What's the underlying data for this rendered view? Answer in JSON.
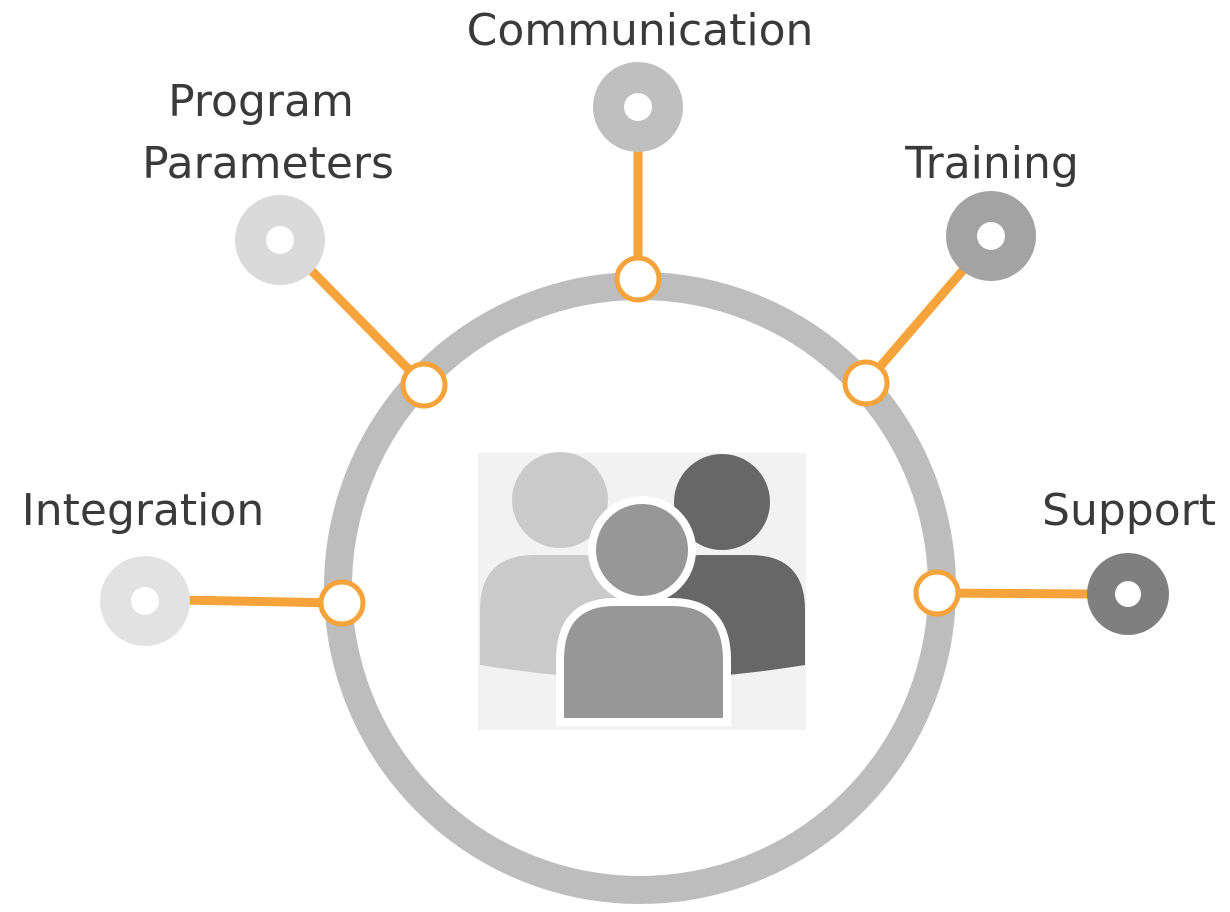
{
  "colors": {
    "ring": "#bdbdbd",
    "connector": "#f5a33a",
    "node_fill": "#ffffff",
    "background": "#ffffff",
    "label": "#3a3a3a"
  },
  "center": {
    "icon": "people-group-icon",
    "person_colors": [
      "#cacaca",
      "#676767",
      "#979797"
    ]
  },
  "items": [
    {
      "key": "integration",
      "label": "Integration",
      "dot_color": "#e2e2e2"
    },
    {
      "key": "program-parameters",
      "label_lines": [
        "Program",
        "Parameters"
      ],
      "dot_color": "#dadada"
    },
    {
      "key": "communication",
      "label": "Communication",
      "dot_color": "#bfbfbf"
    },
    {
      "key": "training",
      "label": "Training",
      "dot_color": "#a3a3a3"
    },
    {
      "key": "support",
      "label": "Support",
      "dot_color": "#7f7f7f"
    }
  ]
}
